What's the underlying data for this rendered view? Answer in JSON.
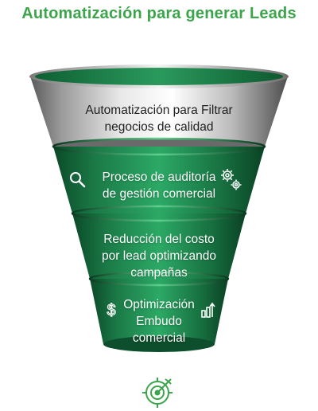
{
  "title": "Automatización para generar Leads",
  "colors": {
    "title": "#3ca54c",
    "funnel_green": "#1f8a52",
    "funnel_dark": "#0c4a2a",
    "metal": "#c9c9c9",
    "icon_green": "#3ca54c"
  },
  "stages": [
    {
      "lines": [
        "Automatización para Filtrar",
        "negocios de calidad"
      ]
    },
    {
      "lines": [
        "Proceso de auditoría",
        "de gestión comercial"
      ],
      "icons": [
        "search-icon",
        "gears-icon"
      ]
    },
    {
      "lines": [
        "Reducción del costo",
        "por lead optimizando",
        "campañas"
      ]
    },
    {
      "lines": [
        "Optimización",
        "Embudo",
        "comercial"
      ],
      "icons": [
        "dollar-icon",
        "growth-chart-icon"
      ]
    }
  ],
  "footer_icon": "target-icon"
}
